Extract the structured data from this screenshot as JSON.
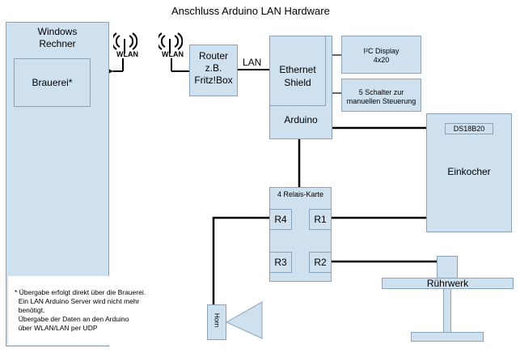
{
  "title": "Anschluss Arduino LAN Hardware",
  "windows_box": {
    "label_line1": "Windows",
    "label_line2": "Rechner"
  },
  "brauerei_box": {
    "label": "Brauerei*"
  },
  "wlan_icons": [
    {
      "label": "WLAN"
    },
    {
      "label": "WLAN"
    }
  ],
  "router_box": {
    "line1": "Router",
    "line2": "z.B.",
    "line3": "Fritz!Box"
  },
  "lan_label": "LAN",
  "ethernet_box": {
    "line1": "Ethernet",
    "line2": "Shield"
  },
  "arduino_label": "Arduino",
  "display_box": {
    "line1": "I²C Display",
    "line2": "4x20"
  },
  "switch_box": {
    "line1": "5 Schalter zur",
    "line2": "manuellen Steuerung"
  },
  "ds18b20_label": "DS18B20",
  "einkocher_label": "Einkocher",
  "relay_box": {
    "title": "4 Relais-Karte",
    "r1": "R1",
    "r2": "R2",
    "r3": "R3",
    "r4": "R4"
  },
  "ruehrwerk_label": "Rührwerk",
  "horn_label": "Horn",
  "footnote_lines": [
    "* Übergabe erfolgt direkt über die Brauerei.",
    "  Ein LAN Arduino Server wird nicht mehr",
    "  benötigt.",
    "  Übergabe der Daten an den Arduino",
    "  über WLAN/LAN per UDP"
  ],
  "colors": {
    "box_fill": "#cfe0ef",
    "box_border": "#8aa3b8",
    "wire": "#000000"
  }
}
